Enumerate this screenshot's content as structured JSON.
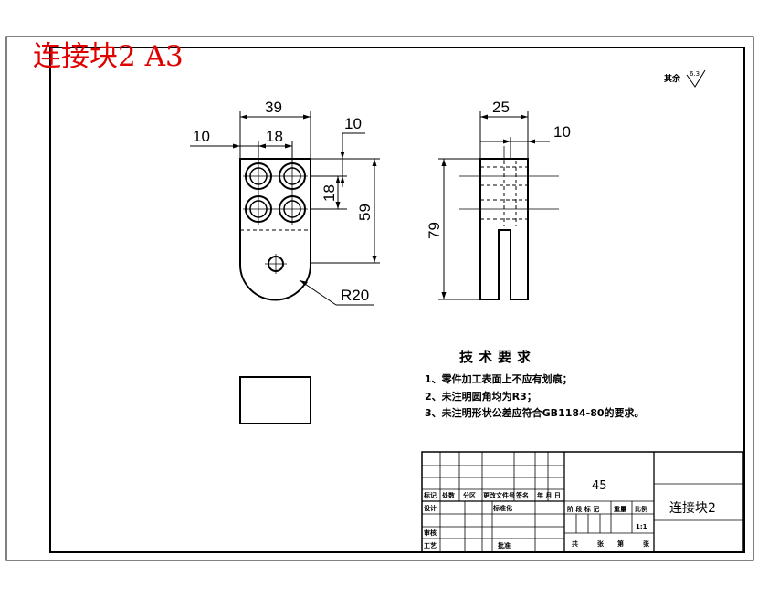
{
  "header": {
    "title": "连接块2 A3"
  },
  "roughness": {
    "label": "其余",
    "value": "6.3"
  },
  "dimensions": {
    "front_width": "39",
    "front_hole_pitch": "18",
    "front_left_offset": "10",
    "front_top_offset": "10",
    "front_vertical_pitch": "18",
    "front_height": "59",
    "front_radius": "R20",
    "side_width": "25",
    "side_slot": "10",
    "side_height": "79"
  },
  "tech_notes": {
    "heading": "技术要求",
    "items": [
      "1、零件加工表面上不应有划痕；",
      "2、未注明圆角均为R3；",
      "3、未注明形状公差应符合GB1184-80的要求。"
    ]
  },
  "title_block": {
    "material": "45",
    "part_name": "连接块2",
    "revision_headers": [
      "标记",
      "处数",
      "分区",
      "更改文件号",
      "签名",
      "年 月 日"
    ],
    "role_labels": [
      "设计",
      "审核",
      "工艺"
    ],
    "center_labels": [
      "标准化",
      "批准"
    ],
    "stage_headers": [
      "阶 段 标 记",
      "重量",
      "比例"
    ],
    "scale": "1:1",
    "sheet_labels": [
      "共",
      "张",
      "第",
      "张"
    ]
  }
}
